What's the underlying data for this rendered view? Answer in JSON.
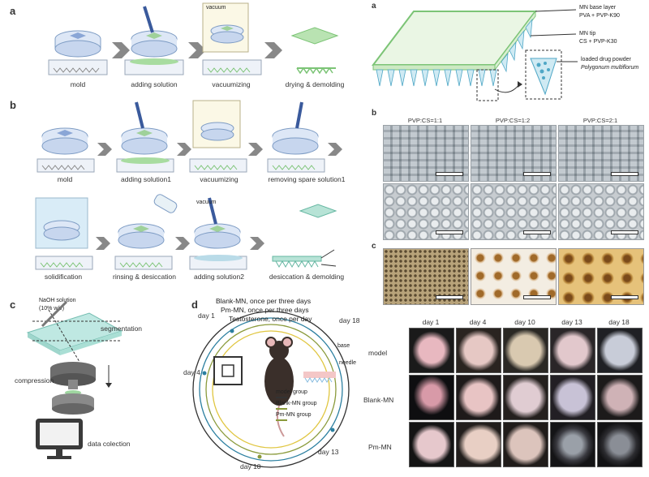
{
  "panels": {
    "left_a": "a",
    "left_b": "b",
    "left_c": "c",
    "left_d": "d",
    "right_a": "a",
    "right_b": "b",
    "right_c": "c"
  },
  "fab_a": {
    "steps": [
      "mold",
      "adding solution",
      "vacuumizing",
      "drying & demolding"
    ],
    "vacuum_label": "vacuum"
  },
  "fab_b": {
    "row1": [
      "mold",
      "adding solution1",
      "vacuumizing",
      "removing spare solution1"
    ],
    "row2": [
      "solidification",
      "rinsing & desiccation",
      "adding solution2",
      "desiccation & demolding"
    ],
    "vacuum_label": "vacuum",
    "naoh_label_1": "NaOH solution",
    "naoh_label_2": "(10% w/v)",
    "base_label": "base",
    "needle_label": "needle"
  },
  "test_c": {
    "steps": [
      "segmentation",
      "compression",
      "data colection"
    ]
  },
  "schedule_d": {
    "legend_text": [
      "Blank-MN, once per three days",
      "Pm-MN, once per three days",
      "Testosterone, once per day"
    ],
    "day_labels": [
      "day 1",
      "day 4",
      "day 10",
      "day 13",
      "day 18"
    ],
    "groups": [
      "model group",
      "Blank-MN group",
      "Pm-MN group"
    ],
    "colors": {
      "blank": "#2b7fa0",
      "pm": "#8a9a3b",
      "testo": "#e0c640",
      "model": "#333333"
    }
  },
  "mn_structure": {
    "base_1": "MN base layer",
    "base_2": "PVA + PVP-K90",
    "tip_1": "MN tip",
    "tip_2": "CS + PVP-K30",
    "drug_1": "loaded drug powder",
    "drug_2": "Polygonum multiflorum"
  },
  "microscopy": {
    "ratios": [
      "PVP:CS=1:1",
      "PVP:CS=1:2",
      "PVP:CS=2:1"
    ]
  },
  "skin_grid": {
    "days": [
      "day 1",
      "day 4",
      "day 10",
      "day 13",
      "day 18"
    ],
    "groups": [
      "model",
      "Blank-MN",
      "Pm-MN"
    ]
  }
}
